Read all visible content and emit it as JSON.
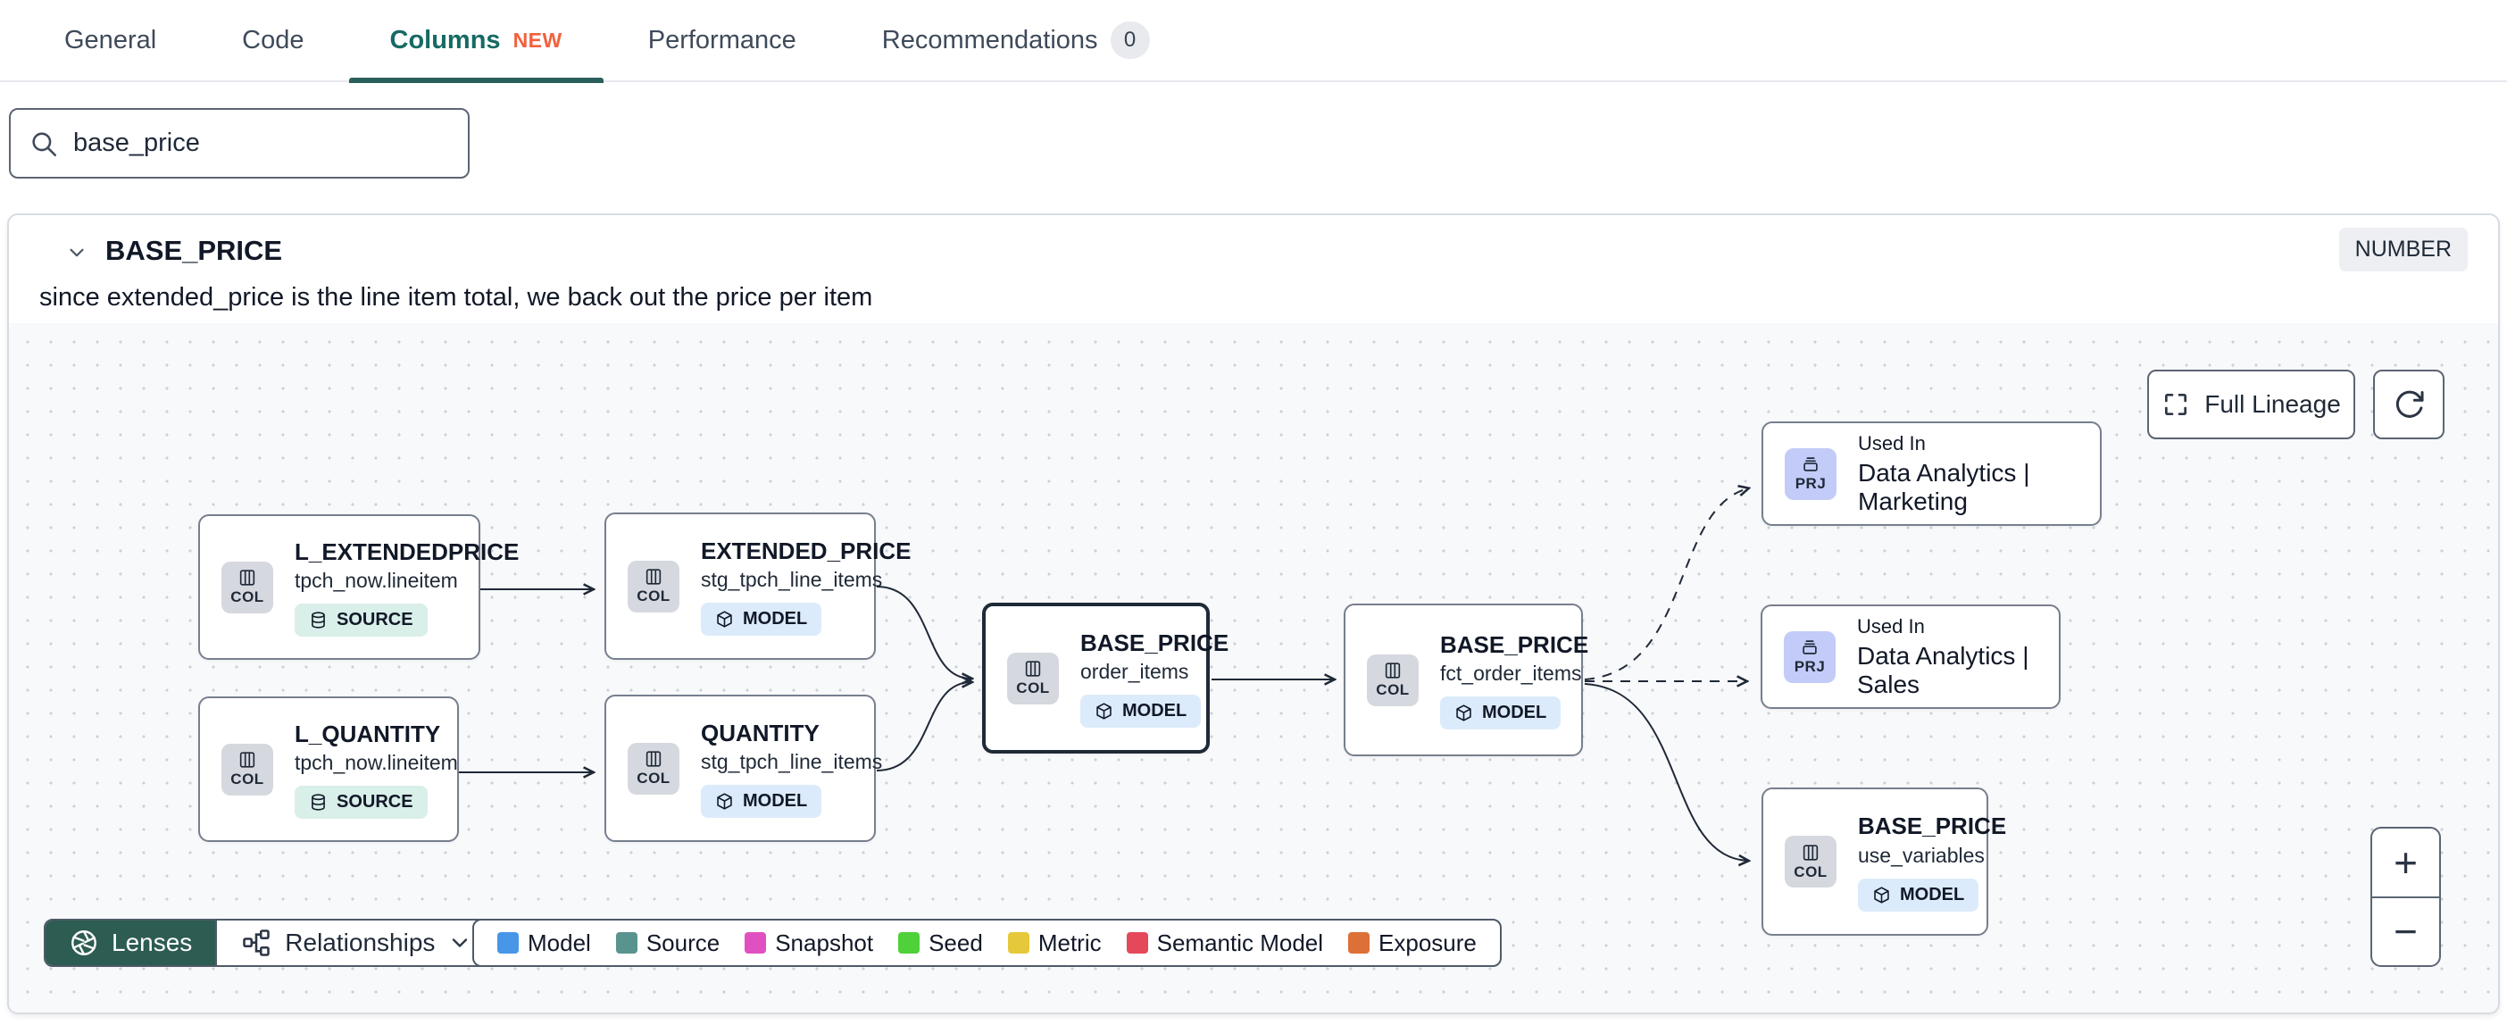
{
  "tabs": {
    "items": [
      {
        "label": "General"
      },
      {
        "label": "Code"
      },
      {
        "label": "Columns",
        "badge": "NEW",
        "active": true
      },
      {
        "label": "Performance"
      },
      {
        "label": "Recommendations",
        "count": "0"
      }
    ]
  },
  "search": {
    "value": "base_price"
  },
  "column_panel": {
    "title": "BASE_PRICE",
    "type_badge": "NUMBER",
    "description": "since extended_price is the line item total, we back out the price per item"
  },
  "lineage": {
    "nodes": [
      {
        "kind": "COL",
        "title": "L_EXTENDEDPRICE",
        "subtitle": "tpch_now.lineitem",
        "badge": "SOURCE"
      },
      {
        "kind": "COL",
        "title": "EXTENDED_PRICE",
        "subtitle": "stg_tpch_line_items",
        "badge": "MODEL"
      },
      {
        "kind": "COL",
        "title": "L_QUANTITY",
        "subtitle": "tpch_now.lineitem",
        "badge": "SOURCE"
      },
      {
        "kind": "COL",
        "title": "QUANTITY",
        "subtitle": "stg_tpch_line_items",
        "badge": "MODEL"
      },
      {
        "kind": "COL",
        "title": "BASE_PRICE",
        "subtitle": "order_items",
        "badge": "MODEL",
        "selected": true
      },
      {
        "kind": "COL",
        "title": "BASE_PRICE",
        "subtitle": "fct_order_items",
        "badge": "MODEL"
      },
      {
        "kind": "PRJ",
        "title": "Used In",
        "subtitle": "Data Analytics | Marketing"
      },
      {
        "kind": "PRJ",
        "title": "Used In",
        "subtitle": "Data Analytics | Sales"
      },
      {
        "kind": "COL",
        "title": "BASE_PRICE",
        "subtitle": "use_variables",
        "badge": "MODEL"
      }
    ],
    "controls": {
      "full_lineage_label": "Full Lineage",
      "zoom_in_label": "+",
      "zoom_out_label": "−"
    }
  },
  "toolbar": {
    "lenses_label": "Lenses",
    "relationships_label": "Relationships"
  },
  "legend": {
    "items": [
      {
        "label": "Model",
        "color": "#4896e8"
      },
      {
        "label": "Source",
        "color": "#59938f"
      },
      {
        "label": "Snapshot",
        "color": "#e150c0"
      },
      {
        "label": "Seed",
        "color": "#4fd13a"
      },
      {
        "label": "Metric",
        "color": "#e6c83b"
      },
      {
        "label": "Semantic Model",
        "color": "#e5485a"
      },
      {
        "label": "Exposure",
        "color": "#dc7036"
      }
    ]
  },
  "colors": {
    "active_tab": "#166a63",
    "tab_underline": "#2b5f5c",
    "new_badge": "#f4603d",
    "lenses_button": "#2d5c52",
    "edge": "#1f2937",
    "canvas_bg": "#f8f9fb",
    "source_pill_bg": "#d9efe9",
    "model_pill_bg": "#dcebfb",
    "col_badge_bg": "#d5d8de",
    "prj_badge_bg": "#c3cbf8"
  }
}
